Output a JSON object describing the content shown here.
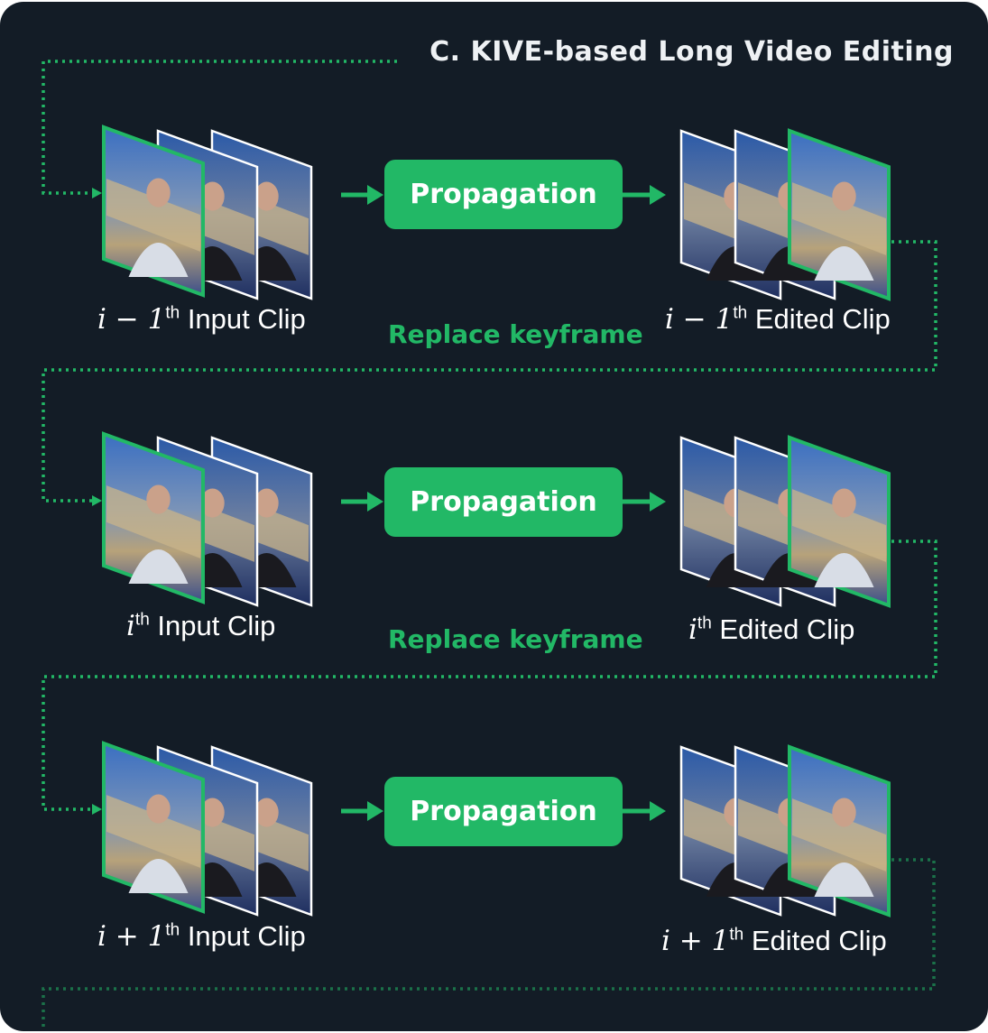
{
  "title": "C. KIVE-based Long Video Editing",
  "propagation_label": "Propagation",
  "replace_label": "Replace keyframe",
  "rows": [
    {
      "input_clip": {
        "prefix": "i − 1",
        "sup": "th",
        "suffix": "Input Clip"
      },
      "edited_clip": {
        "prefix": "i − 1",
        "sup": "th",
        "suffix": "Edited Clip"
      },
      "show_replace": true
    },
    {
      "input_clip": {
        "prefix": "i",
        "sup": "th",
        "suffix": "Input Clip"
      },
      "edited_clip": {
        "prefix": "i",
        "sup": "th",
        "suffix": "Edited Clip"
      },
      "show_replace": true
    },
    {
      "input_clip": {
        "prefix": "i + 1",
        "sup": "th",
        "suffix": "Input Clip"
      },
      "edited_clip": {
        "prefix": "i + 1",
        "sup": "th",
        "suffix": "Edited Clip"
      },
      "show_replace": false
    }
  ],
  "colors": {
    "panel": "#131c26",
    "accent": "#22b866",
    "text": "#ffffff",
    "frame_border": "#ffffff",
    "keyframe_border": "#22b866"
  }
}
